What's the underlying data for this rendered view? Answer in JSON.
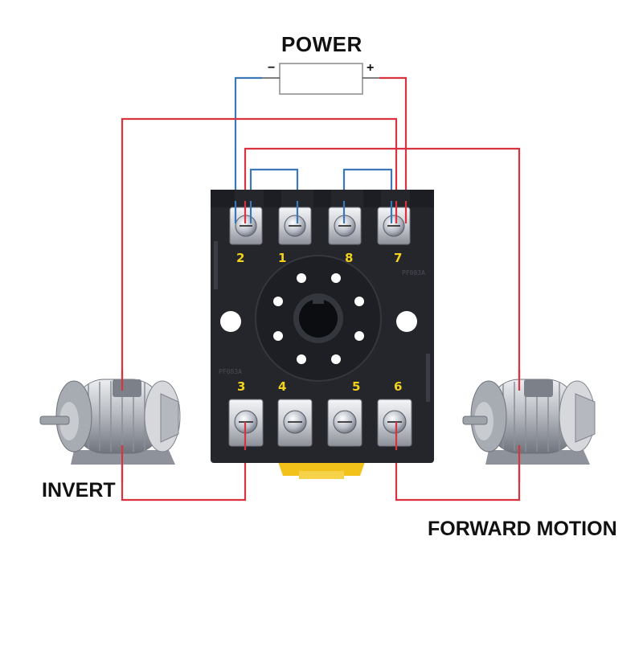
{
  "labels": {
    "power": "POWER",
    "minus": "−",
    "plus": "+",
    "invert": "INVERT",
    "forward": "FORWARD MOTION"
  },
  "socket": {
    "model_top": "PF083A",
    "model_side": "PF083A",
    "terminals_top": [
      "2",
      "1",
      "8",
      "7"
    ],
    "terminals_bottom": [
      "3",
      "4",
      "5",
      "6"
    ]
  },
  "colors": {
    "red_wire": "#d8333f",
    "blue_wire": "#3a78b8",
    "socket_body": "#24262c",
    "terminal_number": "#f2d21b",
    "latch": "#f3c21a"
  },
  "icons": {
    "power": "power-supply-icon",
    "motor": "electric-motor-icon"
  }
}
